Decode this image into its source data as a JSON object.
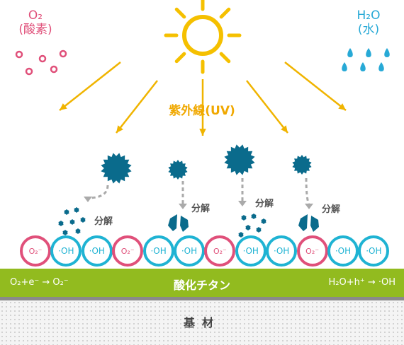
{
  "o2_label": "O₂\n(酸素)",
  "o2_line1": "O₂",
  "o2_line2": "(酸素)",
  "h2o_line1": "H₂O",
  "h2o_line2": "(水)",
  "uv_label": "紫外線(UV)",
  "decompose_label": "分解",
  "layer_title": "酸化チタン",
  "equation_left": "O₂+e⁻ → O₂⁻",
  "equation_right": "H₂O+h⁺ → ·OH",
  "substrate_label": "基材",
  "beads": [
    {
      "type": "o2",
      "label": "O₂⁻"
    },
    {
      "type": "oh",
      "label": "·OH"
    },
    {
      "type": "oh",
      "label": "·OH"
    },
    {
      "type": "o2",
      "label": "O₂⁻"
    },
    {
      "type": "oh",
      "label": "·OH"
    },
    {
      "type": "oh",
      "label": "·OH"
    },
    {
      "type": "o2",
      "label": "O₂⁻"
    },
    {
      "type": "oh",
      "label": "·OH"
    },
    {
      "type": "oh",
      "label": "·OH"
    },
    {
      "type": "o2",
      "label": "O₂⁻"
    },
    {
      "type": "oh",
      "label": "·OH"
    },
    {
      "type": "oh",
      "label": "·OH"
    }
  ],
  "colors": {
    "sun": "#f5c000",
    "arrow": "#f0b400",
    "oxygen": "#e0507a",
    "water": "#27a9d6",
    "germ": "#0a6b8c",
    "titanium_layer": "#92bb1f"
  }
}
